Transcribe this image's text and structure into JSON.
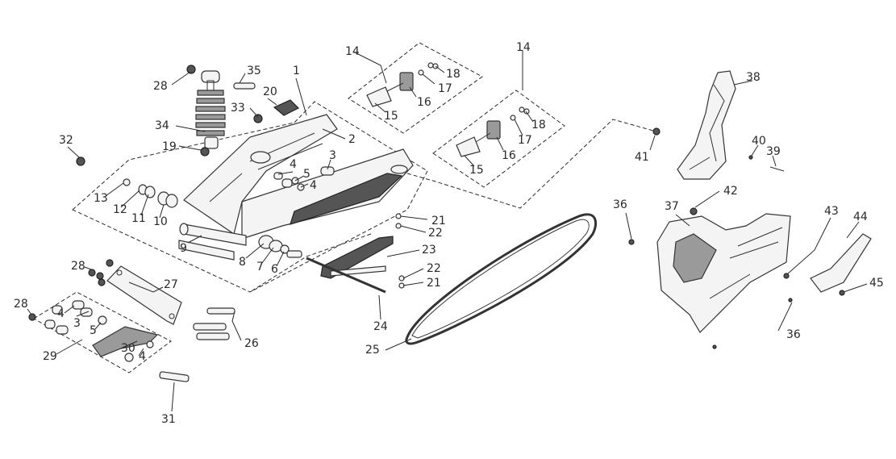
{
  "labels": {
    "l1": "1",
    "l2": "2",
    "l3a": "3",
    "l3b": "3",
    "l4a": "4",
    "l4b": "4",
    "l4c": "4",
    "l4d": "4",
    "l5a": "5",
    "l5b": "5",
    "l6": "6",
    "l7": "7",
    "l8": "8",
    "l9": "9",
    "l10": "10",
    "l11": "11",
    "l12": "12",
    "l13": "13",
    "l14a": "14",
    "l14b": "14",
    "l15a": "15",
    "l15b": "15",
    "l16a": "16",
    "l16b": "16",
    "l17a": "17",
    "l17b": "17",
    "l18a": "18",
    "l18b": "18",
    "l19": "19",
    "l20": "20",
    "l21a": "21",
    "l21b": "21",
    "l22a": "22",
    "l22b": "22",
    "l23": "23",
    "l24": "24",
    "l25": "25",
    "l26": "26",
    "l27": "27",
    "l28a": "28",
    "l28b": "28",
    "l28c": "28",
    "l29": "29",
    "l30": "30",
    "l31": "31",
    "l32": "32",
    "l33": "33",
    "l34": "34",
    "l35": "35",
    "l36a": "36",
    "l36b": "36",
    "l37": "37",
    "l38": "38",
    "l39": "39",
    "l40": "40",
    "l41": "41",
    "l42": "42",
    "l43": "43",
    "l44": "44",
    "l45": "45"
  }
}
